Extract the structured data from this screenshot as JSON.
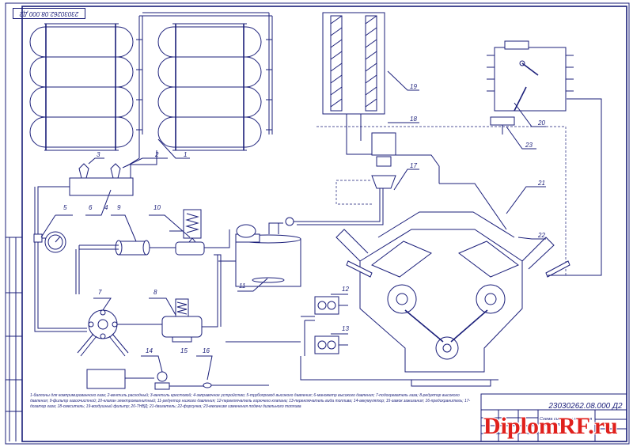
{
  "drawing_code": "23030262.08.000 Д2",
  "title_block": {
    "code": "23030262.08.000 Д2",
    "title": "Схема системы питания двигателя"
  },
  "watermark": "DiplomRF.ru",
  "legend": "1-баллоны для компримированного газа; 2-вентиль расходный; 3-вентиль крестовой; 4-заправочное устройство; 5-трубопровод высокого давления; 6-манометр высокого давления; 7-подогреватель газа; 8-редуктор высокого давления; 9-фильтр газоочистной; 10-клапан электромагнитный; 11-редуктор низкого давления; 12-переключатель горючего клапана; 13-переключатель вида топлива; 14-аккумулятор; 15-замок зажигания; 16-предохранитель; 17-дозатор газа; 18-смеситель; 19-воздушный фильтр; 20-ТНВД; 21-двигатель; 22-форсунка; 23-механизм изменения подачи дизельного топлива",
  "callouts": [
    "1",
    "2",
    "3",
    "4",
    "5",
    "6",
    "7",
    "8",
    "9",
    "10",
    "11",
    "12",
    "13",
    "14",
    "15",
    "16",
    "17",
    "18",
    "19",
    "20",
    "21",
    "22",
    "23"
  ]
}
